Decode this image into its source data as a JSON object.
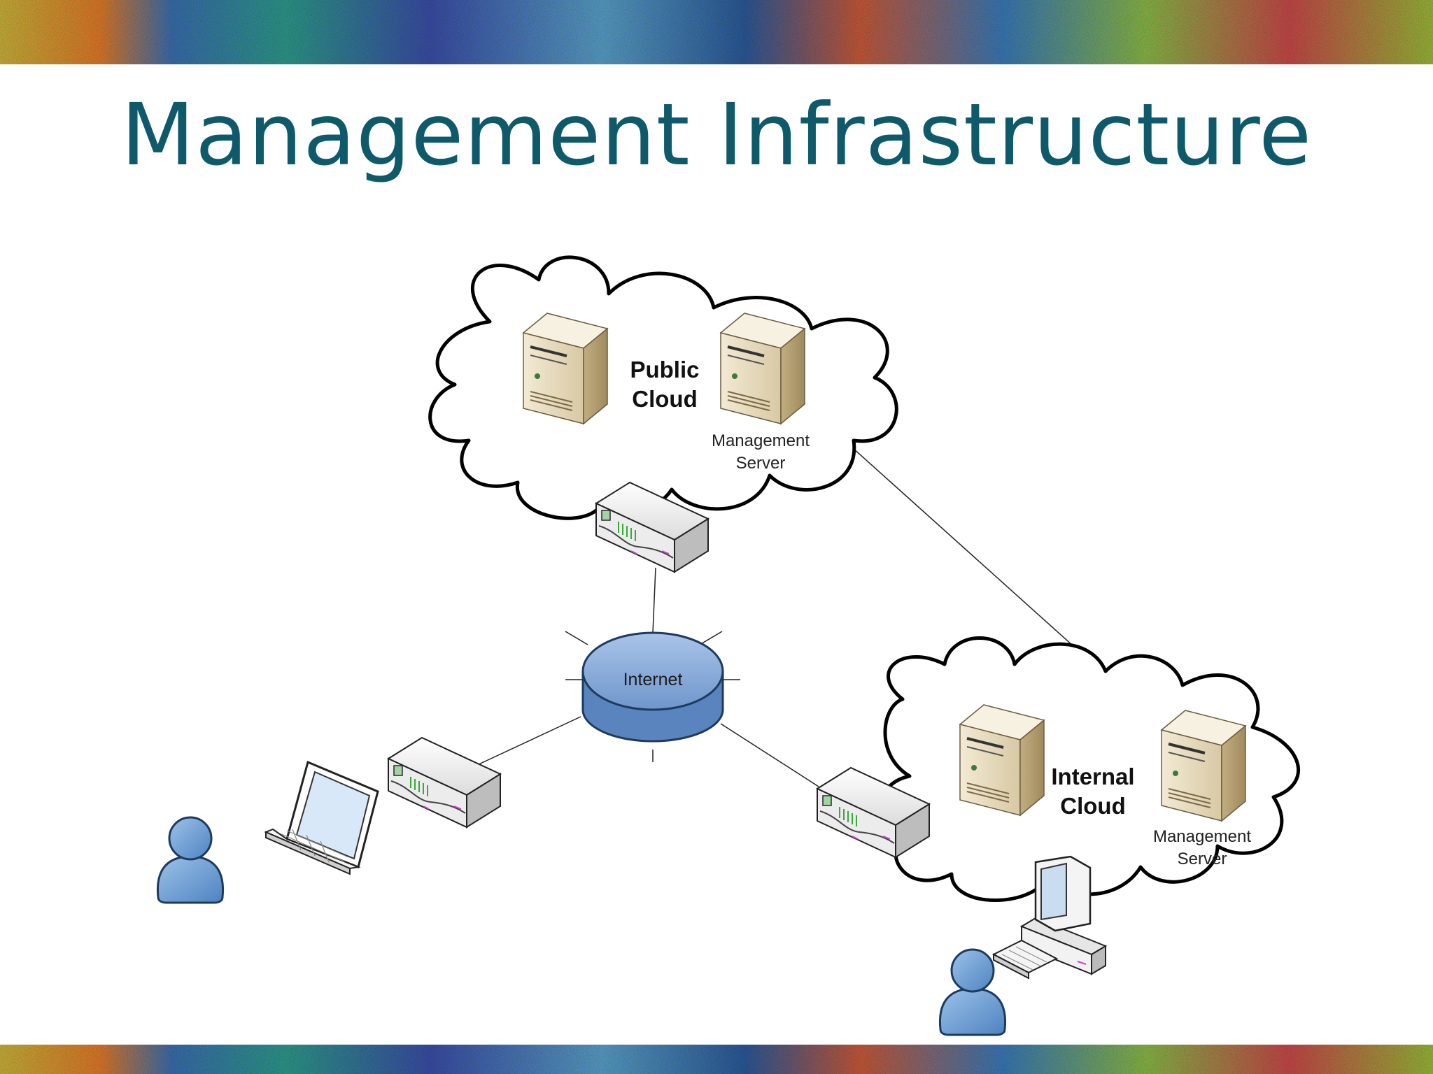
{
  "slide": {
    "title": "Management Infrastructure"
  },
  "diagram": {
    "public_cloud": {
      "label_line1": "Public",
      "label_line2": "Cloud",
      "server_label_line1": "Management",
      "server_label_line2": "Server"
    },
    "internal_cloud": {
      "label_line1": "Internal",
      "label_line2": "Cloud",
      "server_label_line1": "Management",
      "server_label_line2": "Server"
    },
    "internet": {
      "label": "Internet"
    }
  },
  "colors": {
    "title": "#0e5a6b",
    "internet_fill": "#7fa5d6",
    "user_fill": "#6b9fd4",
    "server_fill": "#e8dcc0"
  }
}
